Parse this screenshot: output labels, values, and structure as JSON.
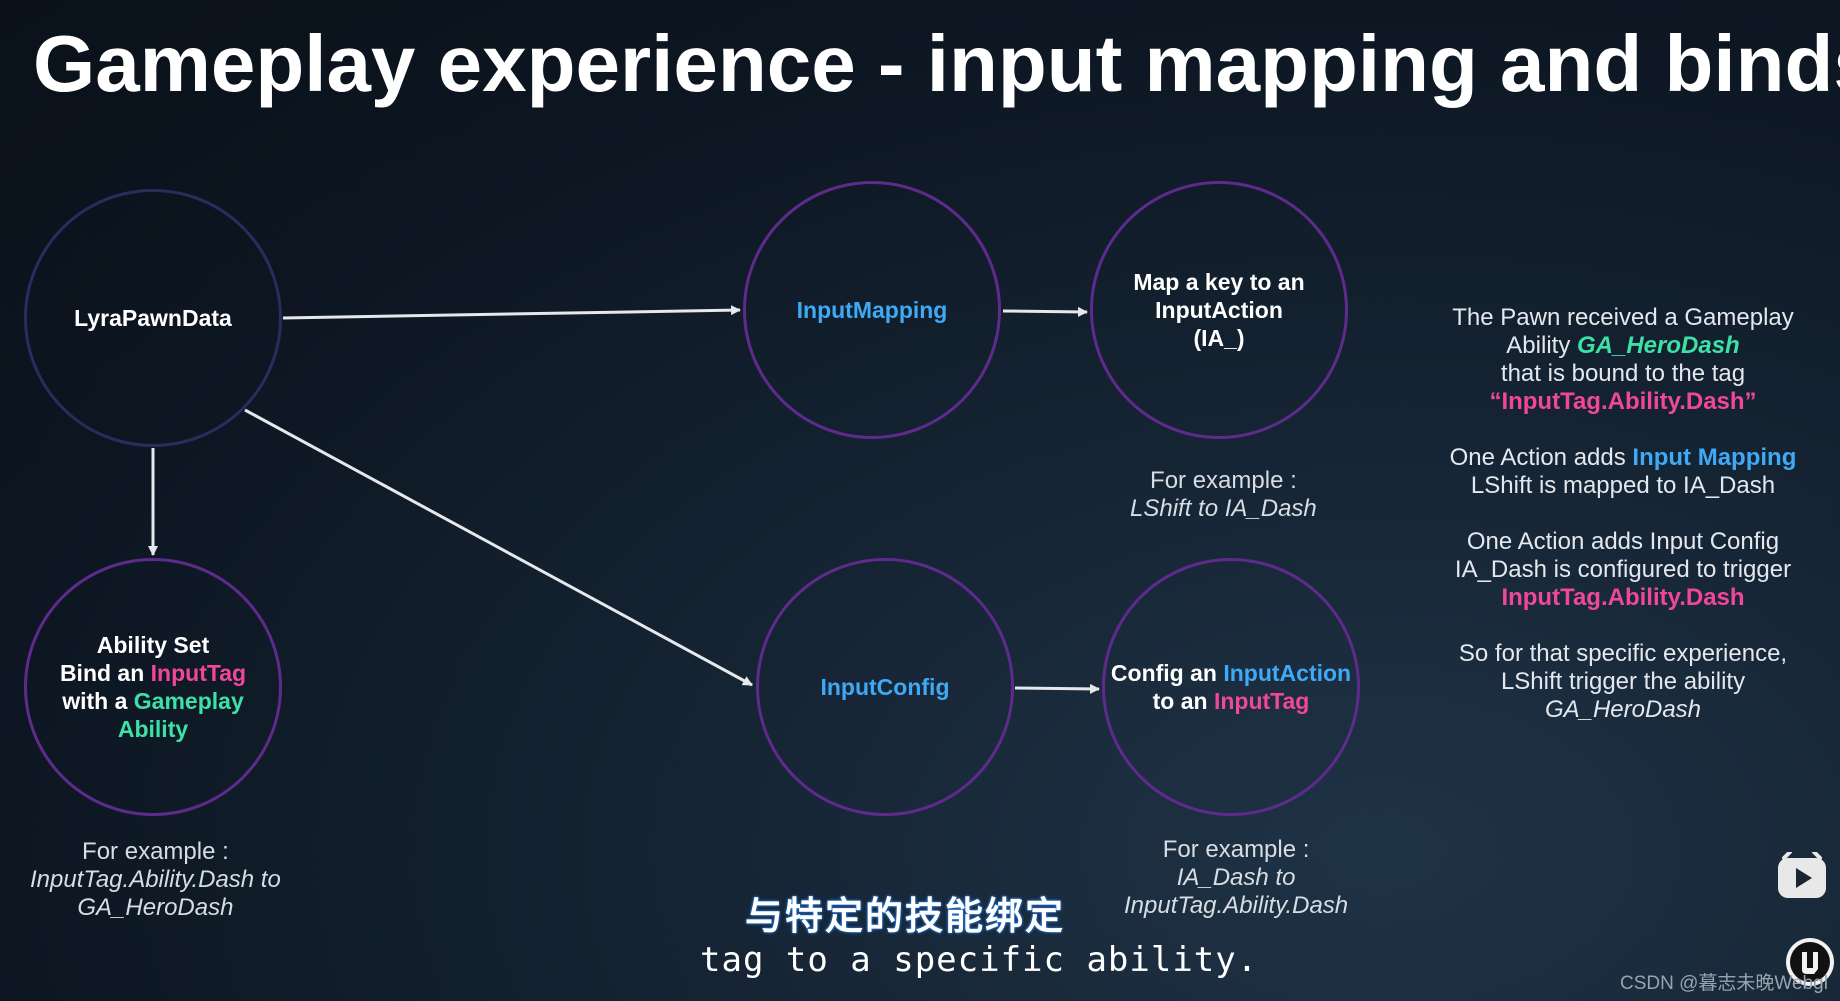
{
  "title": "Gameplay experience - input mapping and binds",
  "nodes": {
    "lyra_pawn_data": "LyraPawnData",
    "input_mapping": "InputMapping",
    "map_key": {
      "line1": "Map a key to an",
      "line2": "InputAction",
      "line3": "(IA_)"
    },
    "ability_set": {
      "line1": "Ability Set",
      "bind_an": "Bind an ",
      "input_tag": "InputTag",
      "with_a": "with a ",
      "gameplay": "Gameplay",
      "ability": "Ability"
    },
    "input_config": "InputConfig",
    "config_action": {
      "config_an": "Config an ",
      "input_action": "InputAction",
      "to_an": "to an ",
      "input_tag": "InputTag"
    }
  },
  "examples": {
    "map_key": {
      "label": "For example :",
      "line1": "LShift to IA_Dash"
    },
    "ability_set": {
      "label": "For example :",
      "line1": "InputTag.Ability.Dash to",
      "line2": "GA_HeroDash"
    },
    "config_action": {
      "label": "For example :",
      "line1": "IA_Dash to",
      "line2": "InputTag.Ability.Dash"
    }
  },
  "notes": {
    "p1": {
      "line1": "The Pawn received a Gameplay",
      "ability_prefix": "Ability ",
      "ability_name": "GA_HeroDash",
      "line3": "that is bound to the tag",
      "tag": "“InputTag.Ability.Dash”"
    },
    "p2": {
      "prefix": "One Action adds ",
      "highlight": "Input Mapping",
      "line2": "LShift is mapped to IA_Dash"
    },
    "p3": {
      "line1": "One Action adds Input Config",
      "line2": "IA_Dash is configured to trigger",
      "tag": "InputTag.Ability.Dash"
    },
    "p4": {
      "line1": "So for that specific experience,",
      "line2": "LShift trigger the ability",
      "line3": "GA_HeroDash"
    }
  },
  "subtitles": {
    "chinese": "与特定的技能绑定",
    "english": "tag to a specific ability."
  },
  "watermark": "CSDN @暮志未晚Webgl",
  "colors": {
    "accent_blue": "#3fa9f5",
    "accent_pink": "#f0479a",
    "accent_green": "#3ee0a6",
    "node_border": "#5e2a8c"
  },
  "icons": [
    "play-icon",
    "unreal-engine-logo"
  ]
}
